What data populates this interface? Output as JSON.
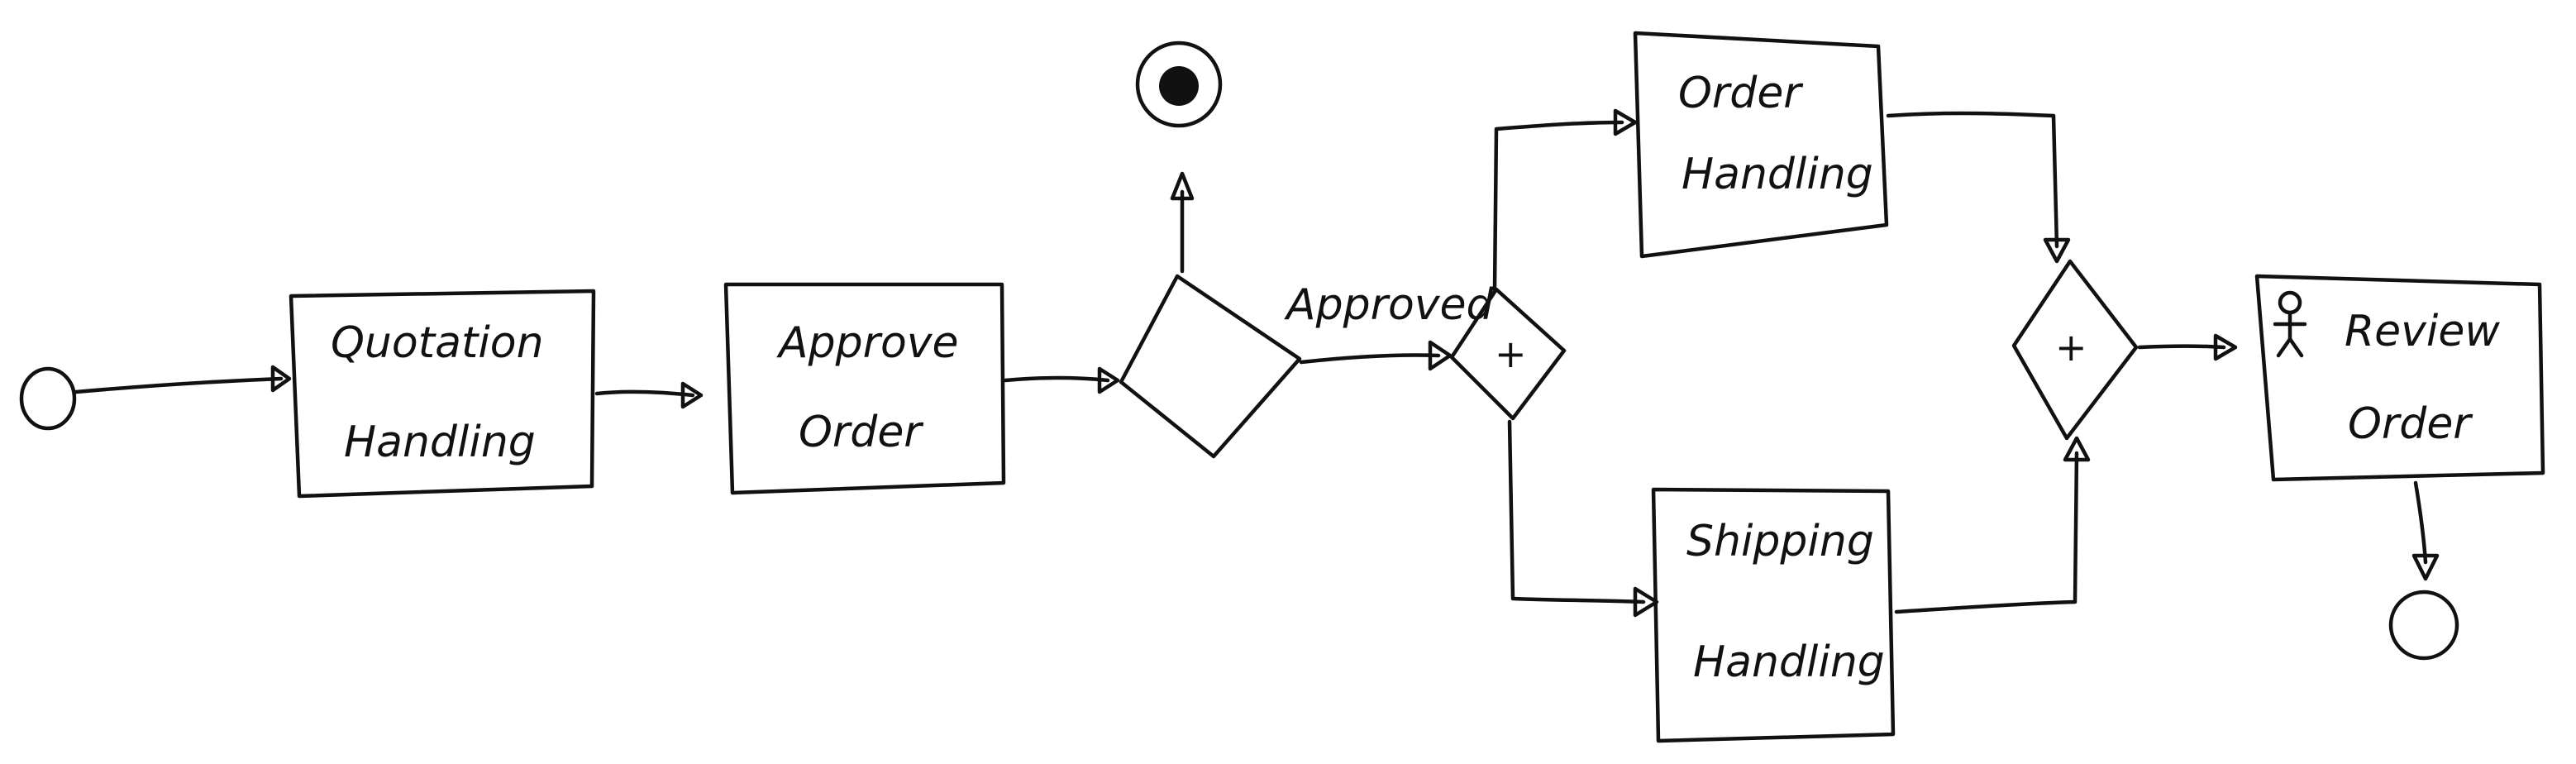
{
  "tasks": {
    "quotation": {
      "line1": "Quotation",
      "line2": "Handling"
    },
    "approve": {
      "line1": "Approve",
      "line2": "Order"
    },
    "order_handling": {
      "line1": "Order",
      "line2": "Handling"
    },
    "shipping": {
      "line1": "Shipping",
      "line2": "Handling"
    },
    "review": {
      "line1": "Review",
      "line2": "Order"
    }
  },
  "gateways": {
    "split_symbol": "+",
    "join_symbol": "+"
  },
  "flows": {
    "approved_label": "Approved"
  },
  "colors": {
    "ink": "#111111",
    "background": "#ffffff"
  }
}
